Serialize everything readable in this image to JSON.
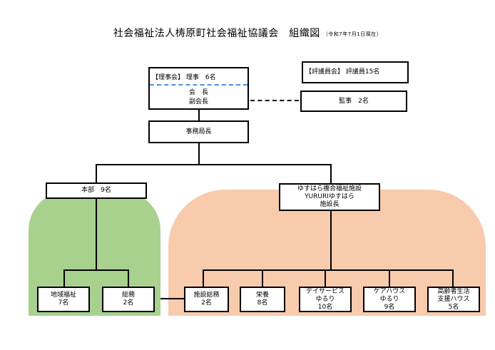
{
  "title": "社会福祉法人梼原町社会福祉協議会　組織図",
  "title_note": "（令和7年7月1日現在）",
  "board": {
    "label": "【理事会】 理事　6名",
    "chair": "会　長",
    "vice_chair": "副会長"
  },
  "councillors": "【評議員会】 評議員15名",
  "auditors": "監事　2名",
  "secretary_general": "事務局長",
  "honbu": "本部　9名",
  "facility": {
    "line1": "ゆすはら複合福祉施設",
    "line2": "YURURIゆすはら",
    "line3": "施設長"
  },
  "units": {
    "chiiki": {
      "name": "地域福祉",
      "count": "7名"
    },
    "somu": {
      "name": "総務",
      "count": "2名"
    },
    "shisetsu_somu": {
      "name": "施設総務",
      "count": "2名"
    },
    "eiyo": {
      "name": "栄養",
      "count": "8名"
    },
    "day": {
      "name": "デイサービス",
      "sub": "ゆるり",
      "count": "10名"
    },
    "care": {
      "name": "ケアハウス",
      "sub": "ゆるり",
      "count": "9名"
    },
    "koreisha": {
      "name": "高齢者生活",
      "sub": "支援ハウス",
      "count": "5名"
    }
  },
  "colors": {
    "honbu_background": "#a9d18e",
    "facility_background": "#f8cbad",
    "board_divider": "#4a90e2"
  }
}
